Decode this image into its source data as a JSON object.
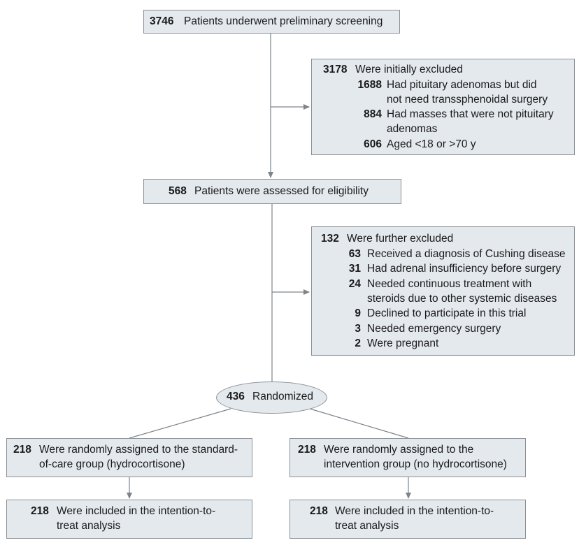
{
  "screening": {
    "count": "3746",
    "label": "Patients underwent preliminary screening"
  },
  "initial_exclusion": {
    "count": "3178",
    "label": "Were initially excluded",
    "items": [
      {
        "count": "1688",
        "lines": [
          "Had pituitary adenomas but did",
          "not need transsphenoidal surgery"
        ]
      },
      {
        "count": "884",
        "lines": [
          "Had masses that were not pituitary",
          "adenomas"
        ]
      },
      {
        "count": "606",
        "lines": [
          "Aged <18 or >70 y"
        ]
      }
    ]
  },
  "eligibility": {
    "count": "568",
    "label": "Patients were assessed for eligibility"
  },
  "further_exclusion": {
    "count": "132",
    "label": "Were further excluded",
    "items": [
      {
        "count": "63",
        "lines": [
          "Received a diagnosis of Cushing disease"
        ]
      },
      {
        "count": "31",
        "lines": [
          "Had adrenal insufficiency before surgery"
        ]
      },
      {
        "count": "24",
        "lines": [
          "Needed continuous treatment with",
          "steroids due to other systemic diseases"
        ]
      },
      {
        "count": "9",
        "lines": [
          "Declined to participate in this trial"
        ]
      },
      {
        "count": "3",
        "lines": [
          "Needed emergency surgery"
        ]
      },
      {
        "count": "2",
        "lines": [
          "Were pregnant"
        ]
      }
    ]
  },
  "randomized": {
    "count": "436",
    "label": "Randomized"
  },
  "standard_group": {
    "count": "218",
    "lines": [
      "Were randomly assigned to the standard-",
      "of-care group (hydrocortisone)"
    ]
  },
  "intervention_group": {
    "count": "218",
    "lines": [
      "Were randomly assigned to the",
      "intervention group (no hydrocortisone)"
    ]
  },
  "standard_analysis": {
    "count": "218",
    "lines": [
      "Were included in the intention-to-",
      "treat analysis"
    ]
  },
  "intervention_analysis": {
    "count": "218",
    "lines": [
      "Were included in the intention-to-",
      "treat analysis"
    ]
  }
}
